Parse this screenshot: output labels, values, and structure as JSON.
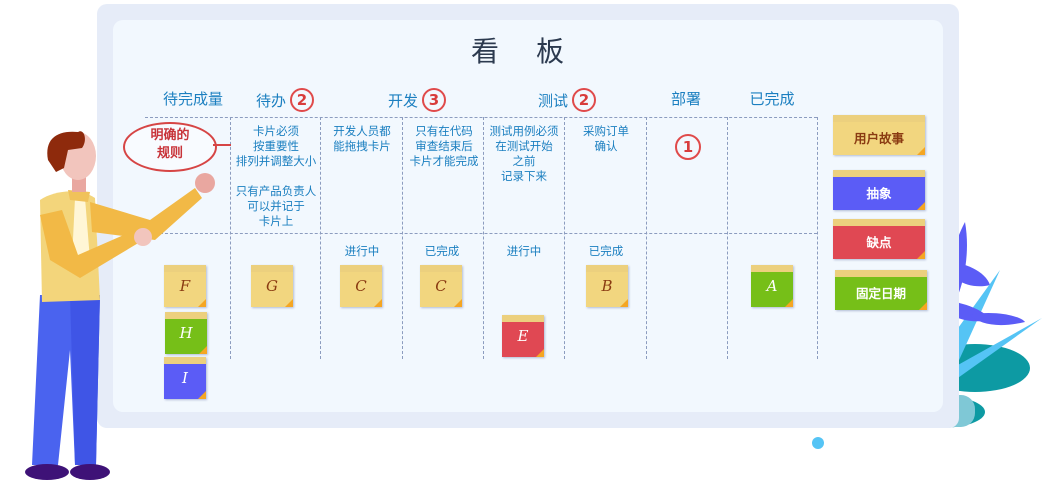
{
  "board": {
    "title": "看 板",
    "columns": [
      {
        "name": "待完成量",
        "wip_limit": null
      },
      {
        "name": "待办",
        "wip_limit": "2"
      },
      {
        "name": "开发",
        "wip_limit": "3",
        "subcolumns": [
          "进行中",
          "已完成"
        ]
      },
      {
        "name": "测试",
        "wip_limit": "2",
        "subcolumns": [
          "进行中",
          "已完成"
        ]
      },
      {
        "name": "部署",
        "wip_limit": null,
        "row_limit": "1"
      },
      {
        "name": "已完成",
        "wip_limit": null
      }
    ],
    "rules": {
      "bubble": "明确的\n规则",
      "todo": "卡片必须\n按重要性\n排列并调整大小\n\n只有产品负责人\n可以并记于\n卡片上",
      "dev_in_progress": "开发人员都\n能拖拽卡片",
      "dev_done": "只有在代码\n审查结束后\n卡片才能完成",
      "test_in_progress": "测试用例必须\n在测试开始\n之前\n记录下来",
      "test_done": "采购订单\n确认"
    },
    "cards": [
      {
        "id": "F",
        "label": "F",
        "type": "user-story",
        "column": "待完成量"
      },
      {
        "id": "H",
        "label": "H",
        "type": "fixed-date",
        "column": "待完成量"
      },
      {
        "id": "I",
        "label": "I",
        "type": "abstract",
        "column": "待完成量"
      },
      {
        "id": "G",
        "label": "G",
        "type": "user-story",
        "column": "待办"
      },
      {
        "id": "C1",
        "label": "C",
        "type": "user-story",
        "column": "开发/进行中"
      },
      {
        "id": "C2",
        "label": "C",
        "type": "user-story",
        "column": "开发/已完成"
      },
      {
        "id": "E",
        "label": "E",
        "type": "defect",
        "column": "测试/进行中"
      },
      {
        "id": "B",
        "label": "B",
        "type": "user-story",
        "column": "测试/已完成"
      },
      {
        "id": "A",
        "label": "A",
        "type": "fixed-date",
        "column": "已完成"
      }
    ],
    "legend": [
      {
        "label": "用户故事",
        "color": "#f2d67f",
        "text_color": "#8a3b12"
      },
      {
        "label": "抽象",
        "color": "#5b5cf6",
        "text_color": "#ffffff"
      },
      {
        "label": "缺点",
        "color": "#e04853",
        "text_color": "#ffffff"
      },
      {
        "label": "固定日期",
        "color": "#76bf18",
        "text_color": "#ffffff"
      }
    ]
  },
  "colors": {
    "header_text": "#1b7fc0",
    "limit_circle": "#e04a4a",
    "card_yellow": "#f2d67f",
    "card_green": "#76bf18",
    "card_blue": "#5b5cf6",
    "card_red": "#e04853",
    "board_bg": "#f2f8fe",
    "board_frame": "#e6ecf8"
  }
}
